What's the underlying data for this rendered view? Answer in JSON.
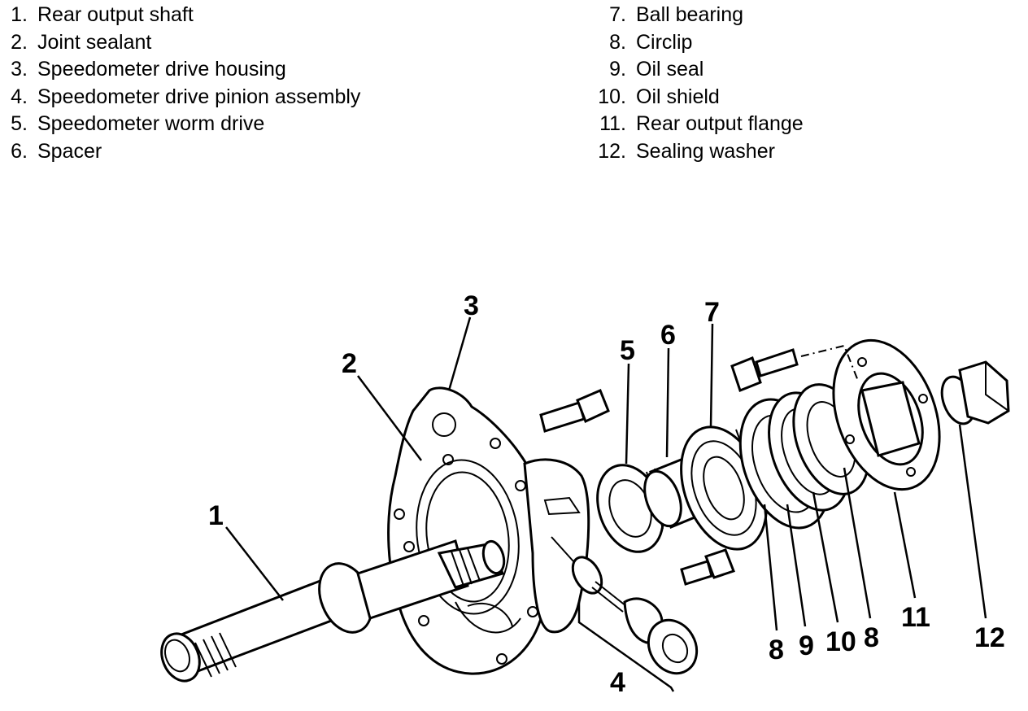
{
  "legend": {
    "left": [
      {
        "num": "1.",
        "label": "Rear output shaft"
      },
      {
        "num": "2.",
        "label": "Joint sealant"
      },
      {
        "num": "3.",
        "label": "Speedometer drive housing"
      },
      {
        "num": "4.",
        "label": "Speedometer drive pinion assembly"
      },
      {
        "num": "5.",
        "label": "Speedometer worm drive"
      },
      {
        "num": "6.",
        "label": "Spacer"
      }
    ],
    "right": [
      {
        "num": "7.",
        "label": "Ball bearing"
      },
      {
        "num": "8.",
        "label": "Circlip"
      },
      {
        "num": "9.",
        "label": "Oil seal"
      },
      {
        "num": "10.",
        "label": "Oil shield"
      },
      {
        "num": "11.",
        "label": "Rear output flange"
      },
      {
        "num": "12.",
        "label": "Sealing washer"
      }
    ]
  },
  "callouts": {
    "c1": "1",
    "c2": "2",
    "c3": "3",
    "c4": "4",
    "c5": "5",
    "c6": "6",
    "c7": "7",
    "c8a": "8",
    "c9": "9",
    "c10": "10",
    "c8b": "8",
    "c11": "11",
    "c12": "12"
  }
}
